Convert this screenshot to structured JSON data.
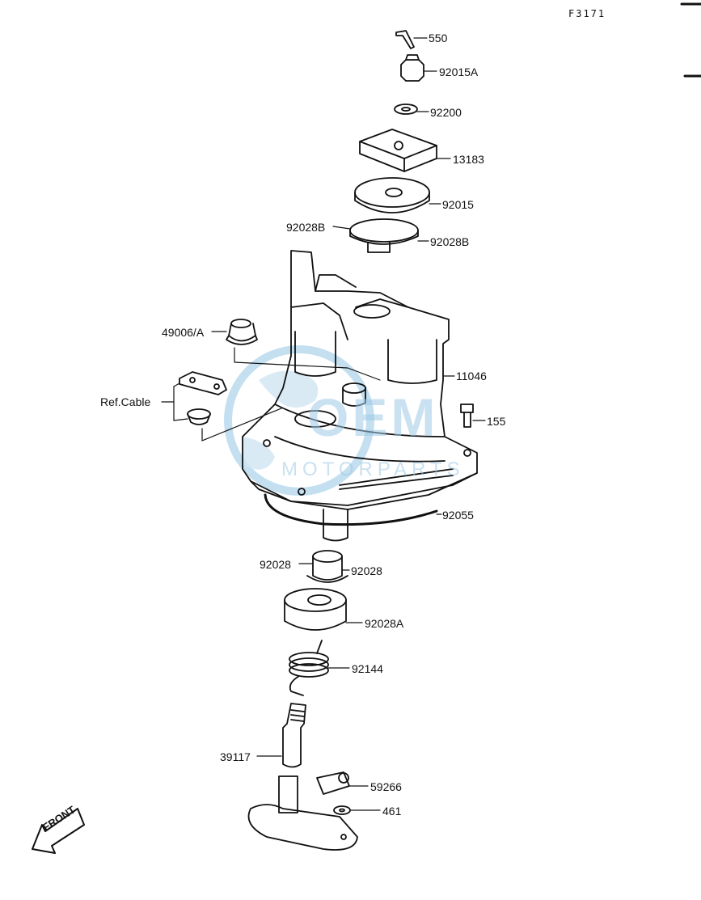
{
  "figure_id": "F3171",
  "watermark": {
    "main": "OEM",
    "sub": "MOTORPARTS"
  },
  "front_label": "FRONT",
  "ref_label": "Ref.Cable",
  "parts": [
    {
      "id": "p550",
      "number": "550"
    },
    {
      "id": "p92015A",
      "number": "92015A"
    },
    {
      "id": "p92200",
      "number": "92200"
    },
    {
      "id": "p13183",
      "number": "13183"
    },
    {
      "id": "p92015",
      "number": "92015"
    },
    {
      "id": "p92028B_left",
      "number": "92028B"
    },
    {
      "id": "p92028B_right",
      "number": "92028B"
    },
    {
      "id": "p49006A",
      "number": "49006/A"
    },
    {
      "id": "p11046",
      "number": "11046"
    },
    {
      "id": "p155",
      "number": "155"
    },
    {
      "id": "p92055",
      "number": "92055"
    },
    {
      "id": "p92028_left",
      "number": "92028"
    },
    {
      "id": "p92028_right",
      "number": "92028"
    },
    {
      "id": "p92028A",
      "number": "92028A"
    },
    {
      "id": "p92144",
      "number": "92144"
    },
    {
      "id": "p39117",
      "number": "39117"
    },
    {
      "id": "p59266",
      "number": "59266"
    },
    {
      "id": "p461",
      "number": "461"
    }
  ],
  "colors": {
    "ink": "#111111",
    "watermark": "#9ec9e4",
    "paper": "#ffffff"
  }
}
